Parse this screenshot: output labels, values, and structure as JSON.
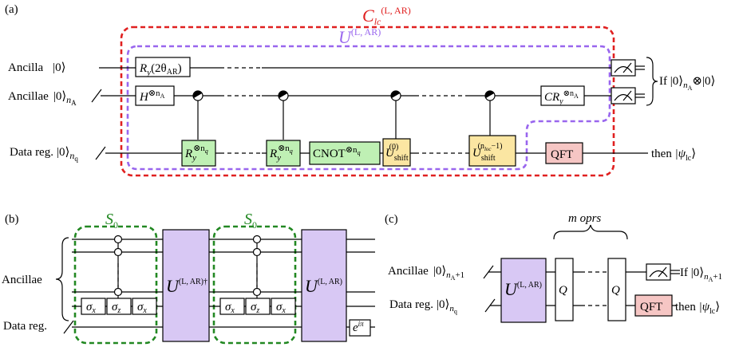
{
  "panels": {
    "a": {
      "label": "(a)",
      "outer_region": {
        "name": "C",
        "sub": "lc",
        "sup": "(L, AR)",
        "color": "#e02020"
      },
      "inner_region": {
        "name": "U",
        "sup": "(L, AR)",
        "color": "#9966ee"
      },
      "wires": {
        "ancilla": {
          "name": "Ancilla",
          "ket": "|0⟩"
        },
        "ancillae": {
          "name": "Ancillae",
          "ket": "|0⟩",
          "sub": "n",
          "subsub": "A"
        },
        "data": {
          "name": "Data reg.",
          "ket": "|0⟩",
          "sub": "n",
          "subsub": "q"
        }
      },
      "gates": {
        "ry": {
          "main": "R",
          "sub": "y",
          "arg": "(2θ",
          "argsub": "AR",
          "close": ")"
        },
        "h": {
          "main": "H",
          "sup": "⊗n",
          "supsub": "A"
        },
        "ryq1": {
          "main": "R",
          "sub": "y",
          "sup": "⊗n",
          "supsub": "q"
        },
        "ryq2": {
          "main": "R",
          "sub": "y",
          "sup": "⊗n",
          "supsub": "q"
        },
        "cnot": {
          "main": "CNOT",
          "sup": "⊗n",
          "supsub": "q"
        },
        "ushift0": {
          "main": "U",
          "sub": "shift",
          "sup": "(0)"
        },
        "ushiftn": {
          "main": "U",
          "sub": "shift",
          "sup": "(n",
          "supsub": "loc",
          "supend": "−1)"
        },
        "cry": {
          "main": "CR",
          "sub": "y",
          "sup": "⊗n",
          "supsub": "A"
        },
        "qft": {
          "main": "QFT"
        }
      },
      "outcome_if": {
        "prefix": "If ",
        "ket": "|0⟩",
        "sub": "n",
        "subsub": "A",
        "rest": "⊗|0⟩"
      },
      "outcome_then": {
        "prefix": "then ",
        "ket": "|ψ",
        "sub": "lc",
        "close": "⟩"
      }
    },
    "b": {
      "label": "(b)",
      "s0_label": {
        "main": "S",
        "sub": "0"
      },
      "s0_color": "#228822",
      "wires": {
        "ancillae": "Ancillae",
        "data": "Data reg."
      },
      "gates": {
        "sx": "σ",
        "sx_sub": "x",
        "sz": "σ",
        "sz_sub": "z",
        "u_dag": {
          "main": "U",
          "sup": "(L, AR)†"
        },
        "u": {
          "main": "U",
          "sup": "(L, AR)"
        },
        "phase": {
          "main": "e",
          "sup": "iπ"
        }
      }
    },
    "c": {
      "label": "(c)",
      "m_oprs": "m oprs",
      "wires": {
        "ancillae": {
          "name": "Ancillae",
          "ket": "|0⟩",
          "sub": "n",
          "subsub": "A",
          "subend": "+1"
        },
        "data": {
          "name": "Data reg.",
          "ket": "|0⟩",
          "sub": "n",
          "subsub": "q"
        }
      },
      "gates": {
        "u": {
          "main": "U",
          "sup": "(L, AR)"
        },
        "q": "Q",
        "qft": "QFT"
      },
      "outcome_if": {
        "prefix": "If ",
        "ket": "|0⟩",
        "sub": "n",
        "subsub": "A",
        "subend": "+1"
      },
      "outcome_then": {
        "prefix": "then ",
        "ket": "|ψ",
        "sub": "lc",
        "close": "⟩"
      }
    }
  },
  "colors": {
    "gate_green": "#bff0b4",
    "gate_yellow": "#fbe6a2",
    "gate_pink": "#f6c6c4",
    "gate_purple": "#d8c8f4"
  }
}
